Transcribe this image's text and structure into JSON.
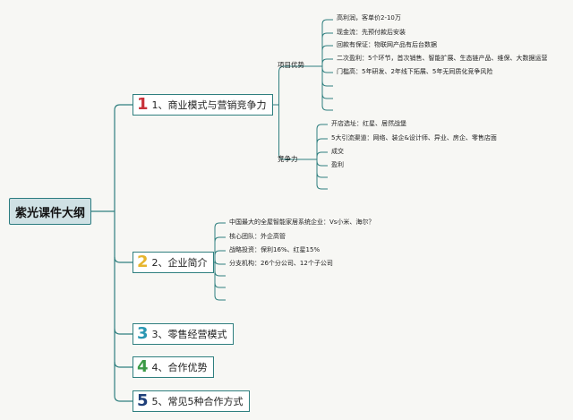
{
  "root": "紫光课件大纲",
  "sections": [
    {
      "num": "1",
      "label": "1、商业模式与营销竞争力",
      "color": "#c8323a"
    },
    {
      "num": "2",
      "label": "2、企业简介",
      "color": "#e6b52e"
    },
    {
      "num": "3",
      "label": "3、零售经营模式",
      "color": "#2a97b3"
    },
    {
      "num": "4",
      "label": "4、合作优势",
      "color": "#3a9a45"
    },
    {
      "num": "5",
      "label": "5、常见5种合作方式",
      "color": "#1f3f7a"
    }
  ],
  "section1": {
    "project": {
      "label": "项目优势",
      "items": [
        "高利润，客单价2-10万",
        "现金流：先预付款后安装",
        "回款有保证：物联网产品有后台数据",
        "二次盈利：5个环节，首次销售、智能扩展、生态链产品、维保、大数据运营",
        "门槛高：5年研发、2年线下拓展、5年无同质化竞争风险",
        "",
        ""
      ]
    },
    "compete": {
      "label": "竞争力",
      "items": [
        "开店选址：红星、居然战堡",
        "5大引流渠道：网络、装企&设计师、异业、房企、零售店面",
        "成交",
        "盈利",
        ""
      ]
    }
  },
  "section2": {
    "items": [
      "中国最大的全屋智能家居系统企业：Vs小米、海尔？",
      "核心团队：外企高管",
      "战略投资：保利16%、红星15%",
      "分支机构：26个分公司、12个子公司",
      "",
      "",
      ""
    ]
  }
}
